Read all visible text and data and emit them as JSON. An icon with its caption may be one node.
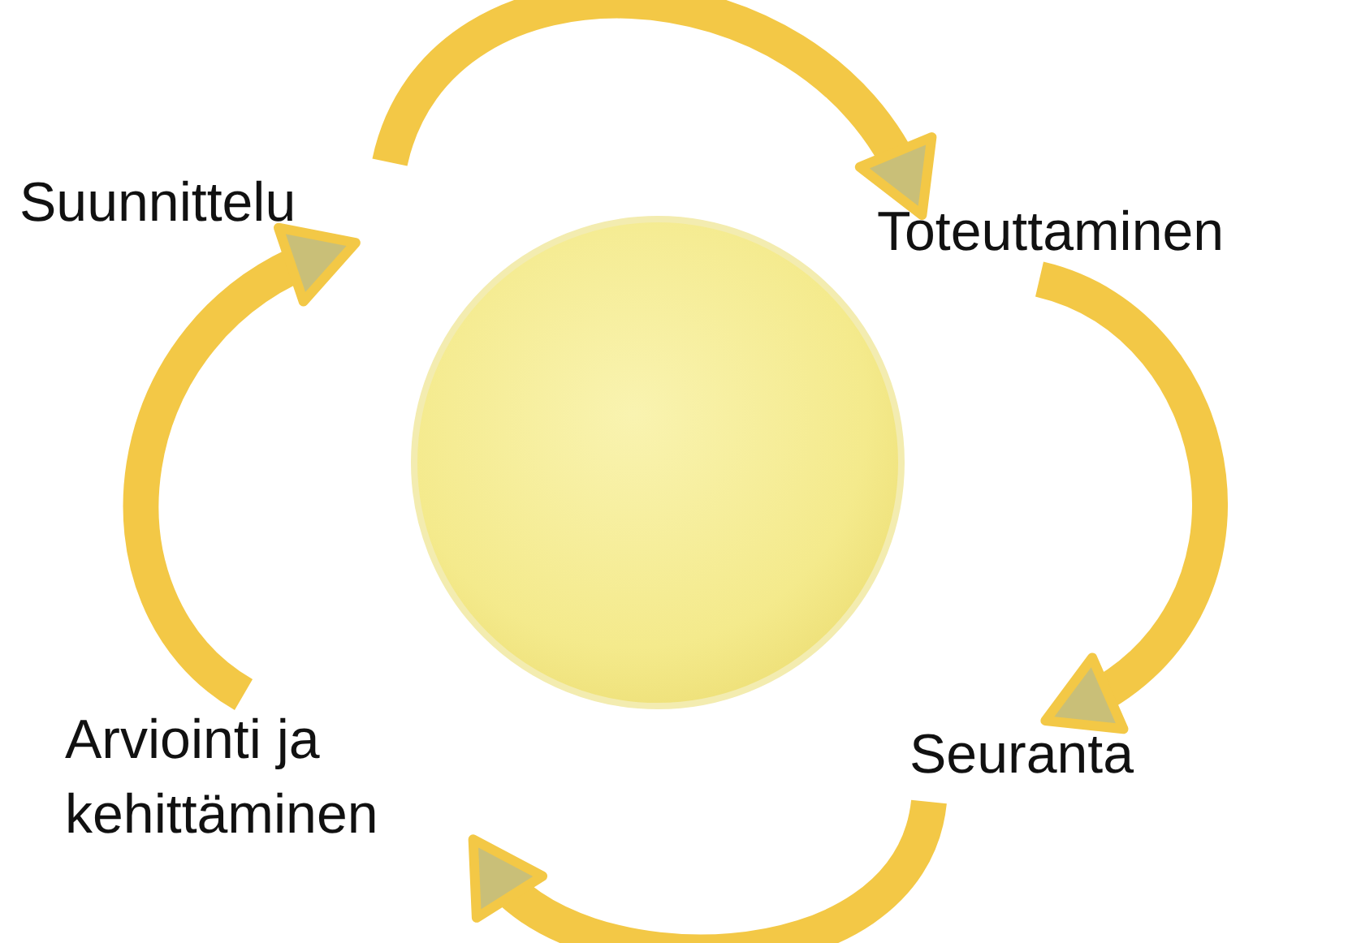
{
  "diagram": {
    "nodes": [
      {
        "text": [
          "Suunnittelu"
        ]
      },
      {
        "text": [
          "Toteuttaminen"
        ]
      },
      {
        "text": [
          "Seuranta"
        ]
      },
      {
        "text": [
          "Arviointi ja kehittäminen"
        ]
      },
      {
        "text": [],
        "shape": "circle"
      }
    ],
    "edges": [
      {
        "from": 0,
        "to": 1,
        "arrow": "to"
      },
      {
        "from": 1,
        "to": 2,
        "arrow": "to"
      },
      {
        "from": 2,
        "to": 3,
        "arrow": "to"
      },
      {
        "from": 3,
        "to": 0,
        "arrow": "to"
      }
    ]
  }
}
